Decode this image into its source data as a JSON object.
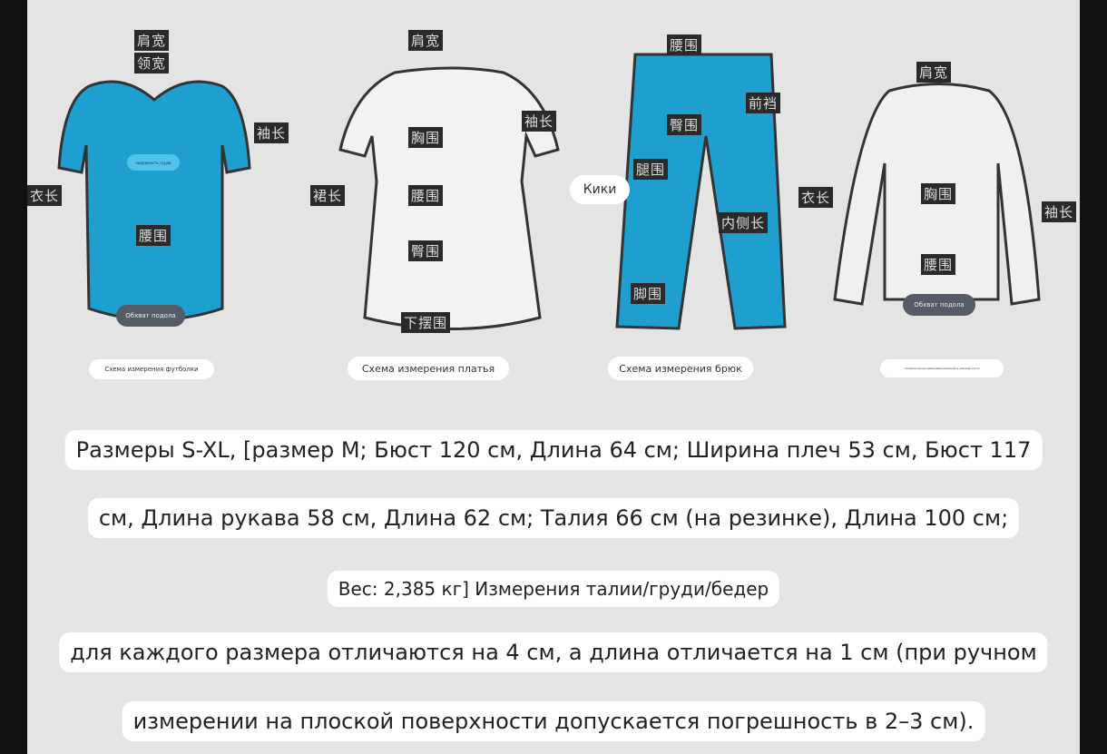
{
  "diagrams": {
    "tshirt": {
      "caption": "Схема измерения футболки",
      "labels": [
        "肩宽",
        "领宽",
        "袖长",
        "衣长",
        "腰围"
      ],
      "chest_overlay": "окружность груди",
      "hem_overlay": "Обхват подола"
    },
    "dress": {
      "caption": "Схема измерения платья",
      "labels": [
        "肩宽",
        "袖长",
        "胸围",
        "裙长",
        "腰围",
        "臀围",
        "下摆围"
      ]
    },
    "pants": {
      "caption": "Схема измерения брюк",
      "labels": [
        "腰围",
        "前裆",
        "臀围",
        "腿围",
        "内侧长",
        "脚围"
      ],
      "overlay": "Кики"
    },
    "shirt": {
      "caption": "Схематическая диаграмма верхней и нижней части",
      "labels": [
        "肩宽",
        "衣长",
        "胸围",
        "袖长",
        "腰围"
      ],
      "hem_overlay": "Обхват подола"
    }
  },
  "text_lines": [
    "Размеры S-XL, [размер M; Бюст 120 см, Длина 64 см; Ширина плеч 53 см, Бюст 117",
    "см, Длина рукава 58 см, Длина 62 см; Талия 66 см (на резинке), Длина 100 см;",
    "Вес: 2,385 кг] Измерения талии/груди/бедер",
    "для каждого размера отличаются на 4 см, а длина отличается на 1 см (при ручном",
    "измерении на плоской поверхности допускается погрешность в 2–3 см)."
  ],
  "colors": {
    "garment_blue": "#1e9fcf",
    "background": "#e4e4e4"
  }
}
